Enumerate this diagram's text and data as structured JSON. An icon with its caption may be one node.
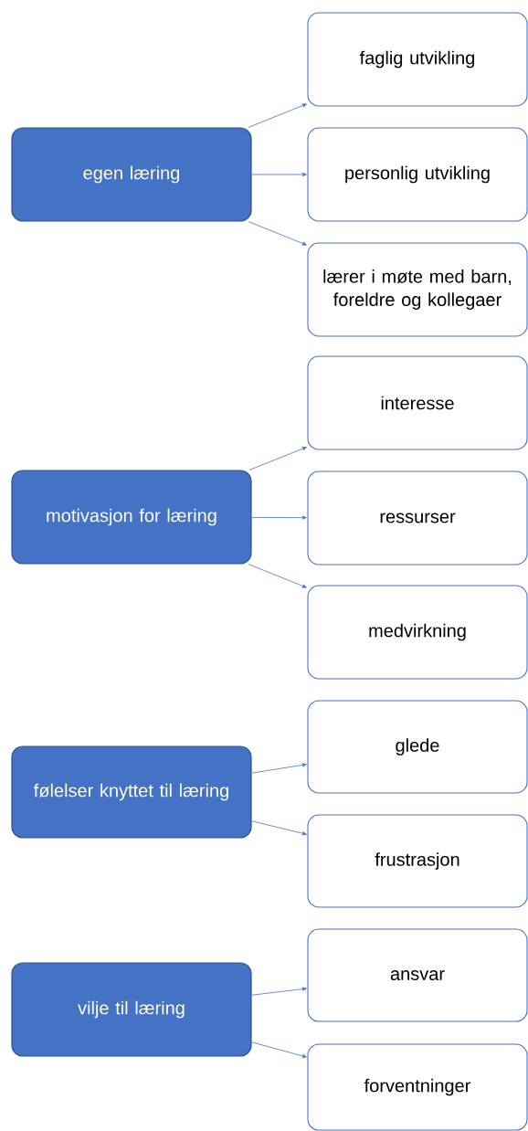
{
  "diagram": {
    "nodes": [
      {
        "text": [
          "egen læring"
        ]
      },
      {
        "text": [
          "faglig utvikling"
        ]
      },
      {
        "text": [
          "personlig utvikling"
        ]
      },
      {
        "text": [
          "lærer i møte med barn, foreldre og kollegaer"
        ]
      },
      {
        "text": [
          "motivasjon for læring"
        ]
      },
      {
        "text": [
          "interesse"
        ]
      },
      {
        "text": [
          "ressurser"
        ]
      },
      {
        "text": [
          "medvirkning"
        ]
      },
      {
        "text": [
          "følelser knyttet til læring"
        ]
      },
      {
        "text": [
          "glede"
        ]
      },
      {
        "text": [
          "frustrasjon"
        ]
      },
      {
        "text": [
          "vilje til læring"
        ]
      },
      {
        "text": [
          "ansvar"
        ]
      },
      {
        "text": [
          "forventninger"
        ]
      }
    ],
    "edges": [
      {
        "from": 0,
        "to": 1,
        "arrow": "to"
      },
      {
        "from": 0,
        "to": 2,
        "arrow": "to"
      },
      {
        "from": 0,
        "to": 3,
        "arrow": "to"
      },
      {
        "from": 4,
        "to": 5,
        "arrow": "to"
      },
      {
        "from": 4,
        "to": 6,
        "arrow": "to"
      },
      {
        "from": 4,
        "to": 7,
        "arrow": "to"
      },
      {
        "from": 8,
        "to": 9,
        "arrow": "to"
      },
      {
        "from": 8,
        "to": 10,
        "arrow": "to"
      },
      {
        "from": 11,
        "to": 12,
        "arrow": "to"
      },
      {
        "from": 11,
        "to": 13,
        "arrow": "to"
      }
    ]
  }
}
